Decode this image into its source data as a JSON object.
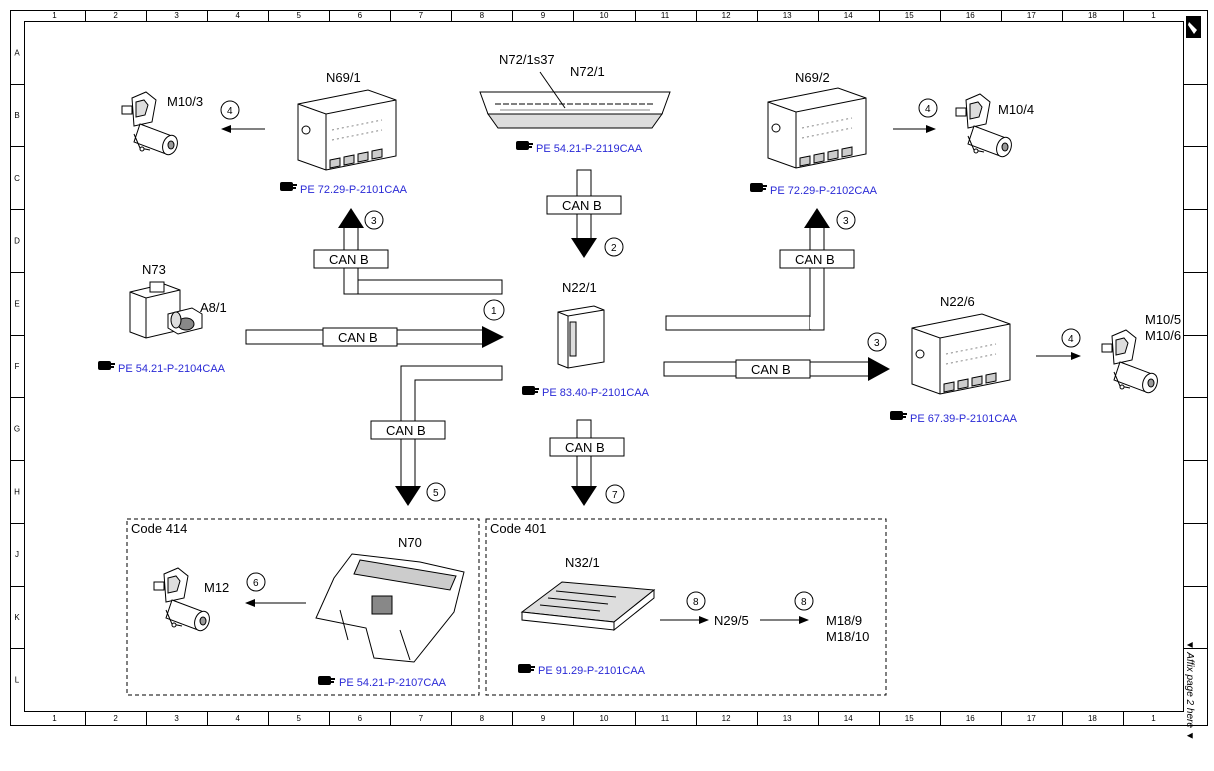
{
  "grid": {
    "columns": [
      "1",
      "2",
      "3",
      "4",
      "5",
      "6",
      "7",
      "8",
      "9",
      "10",
      "11",
      "12",
      "13",
      "14",
      "15",
      "16",
      "17",
      "18",
      "1"
    ],
    "rows": [
      "A",
      "B",
      "C",
      "D",
      "E",
      "F",
      "G",
      "H",
      "J",
      "K",
      "L"
    ]
  },
  "components": {
    "m10_3": "M10/3",
    "n69_1": "N69/1",
    "n72_1s37": "N72/1s37",
    "n72_1": "N72/1",
    "n69_2": "N69/2",
    "m10_4": "M10/4",
    "n73": "N73",
    "a8_1": "A8/1",
    "n22_1": "N22/1",
    "n22_6": "N22/6",
    "m10_5": "M10/5",
    "m10_6": "M10/6",
    "n70": "N70",
    "m12": "M12",
    "n32_1": "N32/1",
    "n29_5": "N29/5",
    "m18_9": "M18/9",
    "m18_10": "M18/10"
  },
  "references": {
    "n72_1": "PE 54.21-P-2119CAA",
    "n69_1": "PE 72.29-P-2101CAA",
    "n69_2": "PE 72.29-P-2102CAA",
    "n73": "PE 54.21-P-2104CAA",
    "n22_1": "PE 83.40-P-2101CAA",
    "n22_6": "PE 67.39-P-2101CAA",
    "n70": "PE 54.21-P-2107CAA",
    "n32_1": "PE 91.29-P-2101CAA"
  },
  "bus_label": "CAN B",
  "step_numbers": [
    "4",
    "4",
    "2",
    "3",
    "3",
    "1",
    "3",
    "4",
    "5",
    "7",
    "6",
    "8",
    "8"
  ],
  "code_boxes": {
    "left": "Code 414",
    "right": "Code 401"
  },
  "affix_note": "▼ Affix page 2 here ▼",
  "icons": [
    "motor-icon",
    "control-unit-icon",
    "switch-panel-icon",
    "ignition-switch-icon",
    "reference-hand-icon",
    "page-tab-icon"
  ]
}
